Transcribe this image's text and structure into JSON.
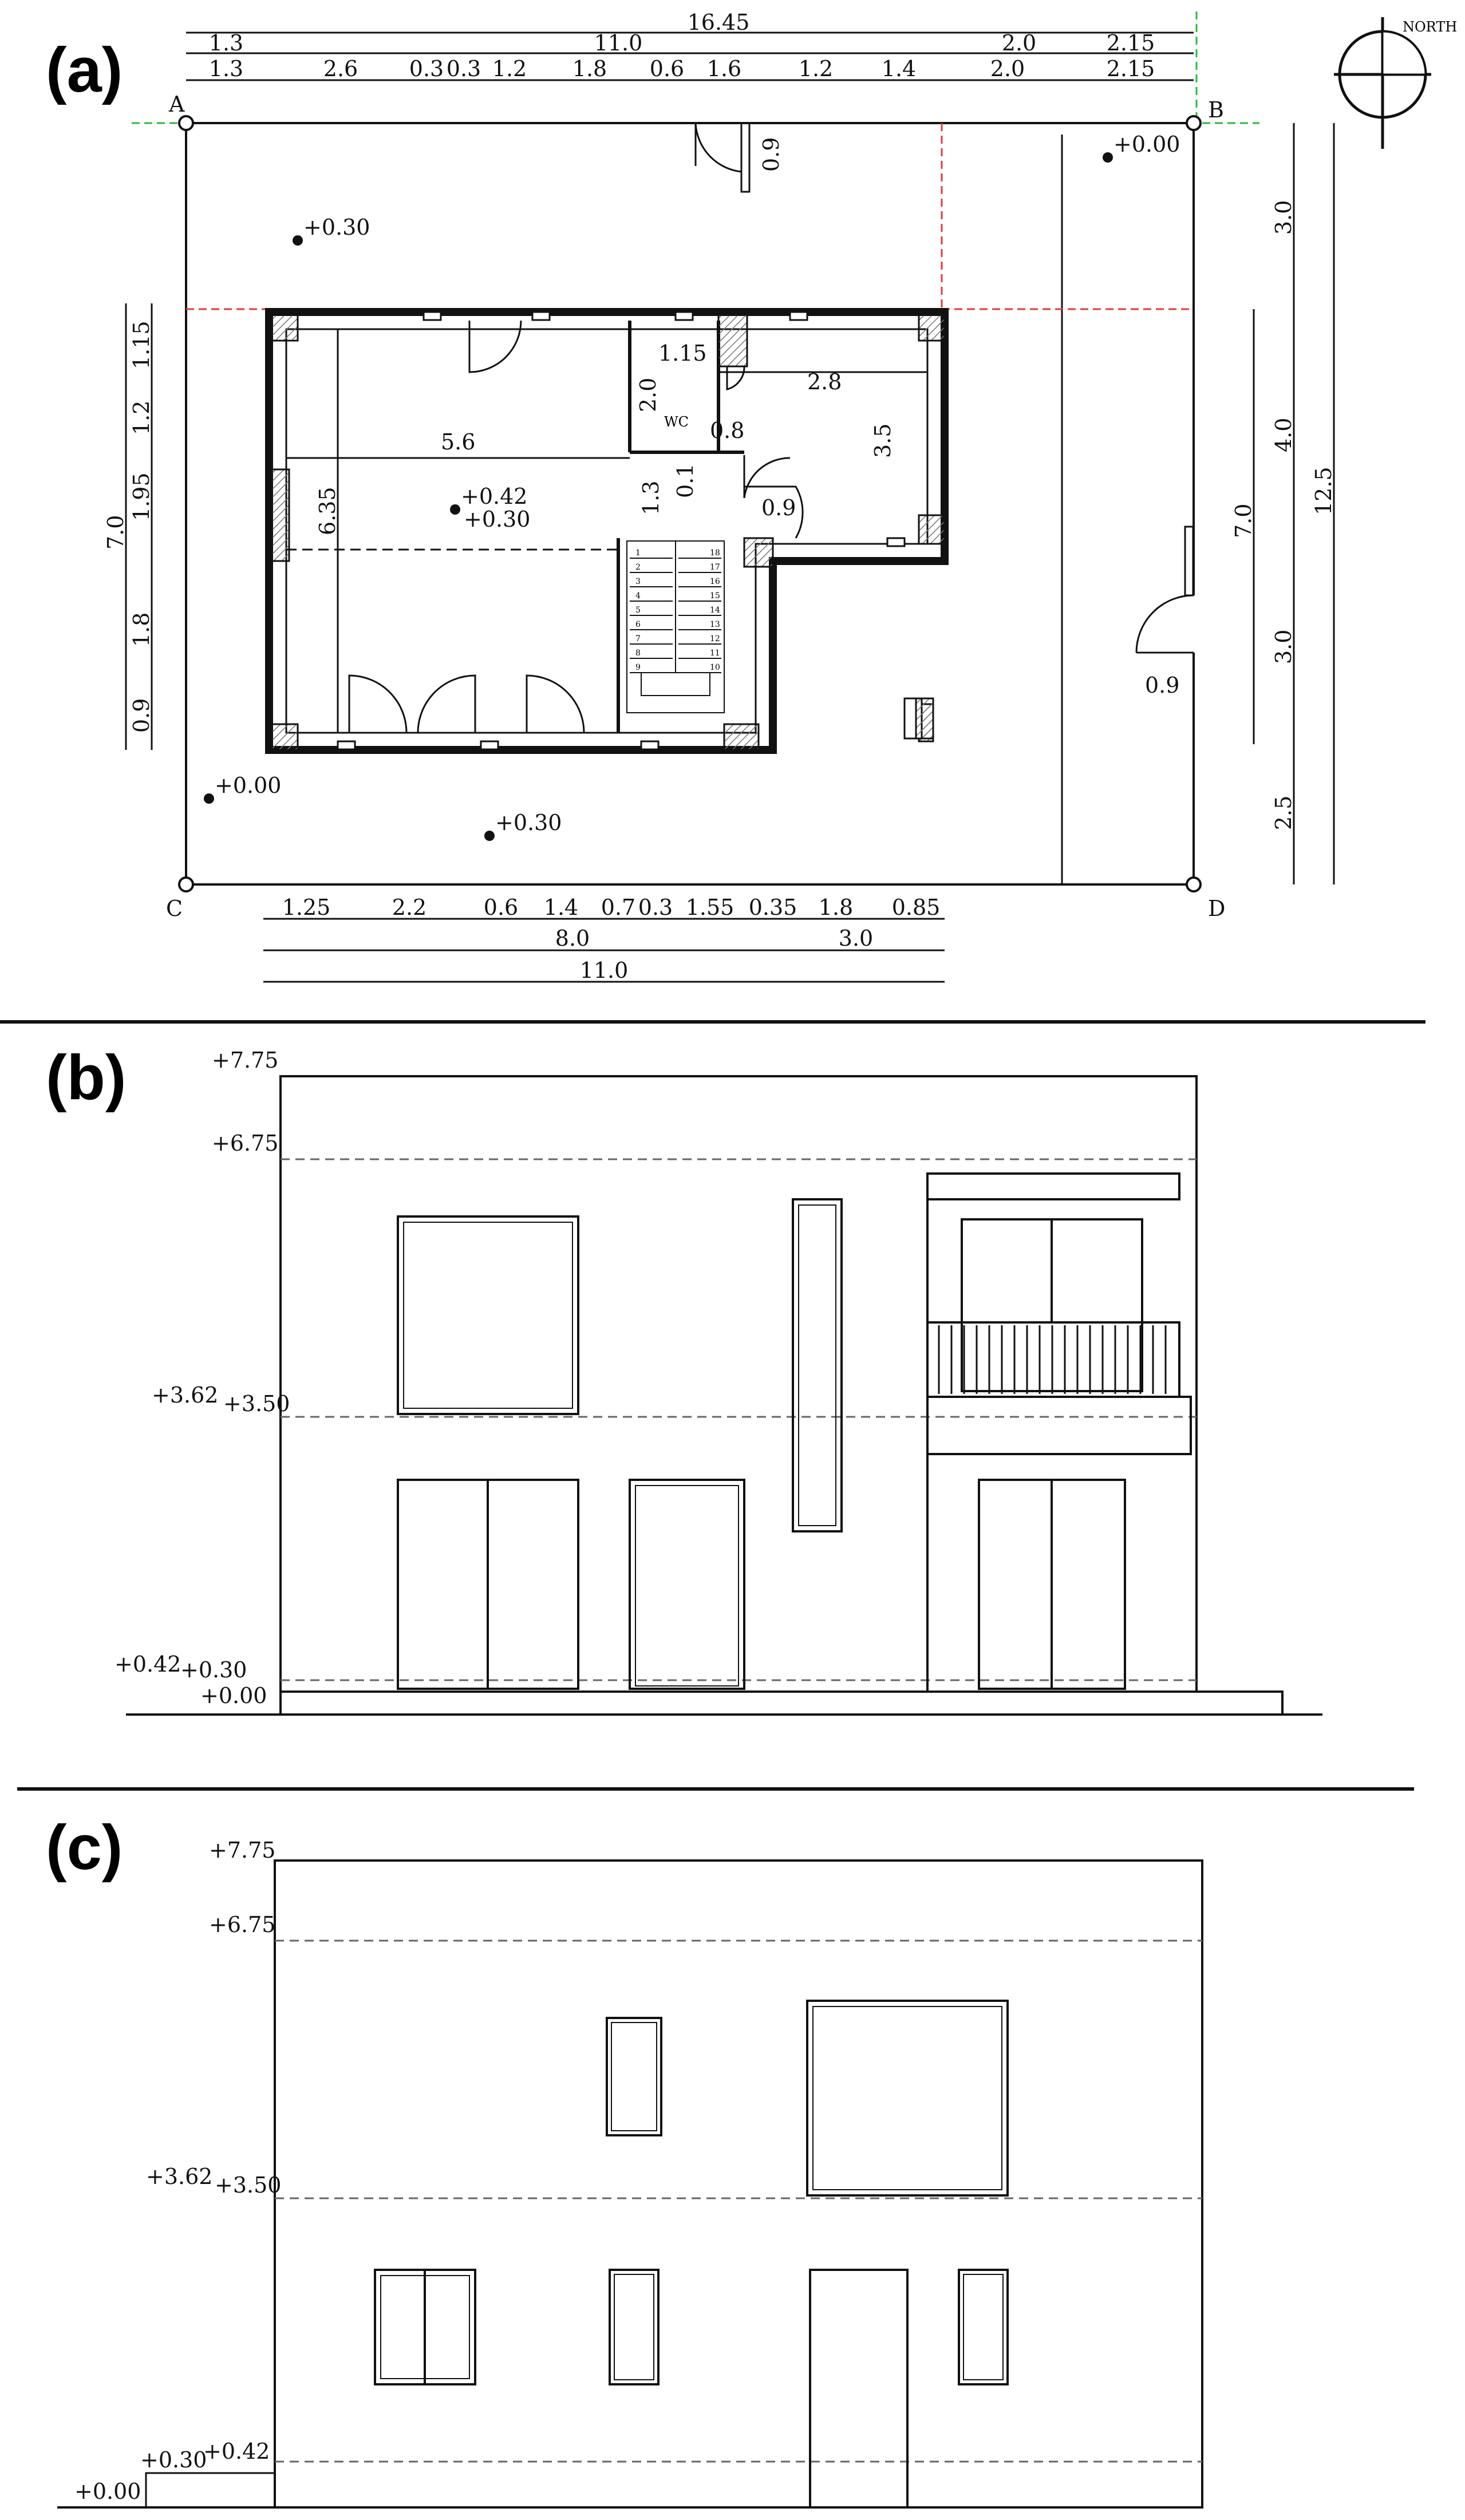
{
  "panels": {
    "a": {
      "label": "(a)",
      "north_label": "NORTH",
      "corners": [
        "A",
        "B",
        "C",
        "D"
      ],
      "top_dims_row1": [
        "16.45"
      ],
      "top_dims_row2": [
        "1.3",
        "11.0",
        "2.0",
        "2.15"
      ],
      "top_dims_row3": [
        "1.3",
        "2.6",
        "0.3",
        "0.3",
        "1.2",
        "1.8",
        "0.6",
        "1.6",
        "1.2",
        "1.4",
        "2.0",
        "2.15"
      ],
      "bottom_dims_row1": [
        "1.25",
        "2.2",
        "0.6",
        "1.4",
        "0.7",
        "0.3",
        "1.55",
        "0.35",
        "1.8",
        "0.85"
      ],
      "bottom_dims_row2": [
        "8.0",
        "3.0"
      ],
      "bottom_dims_row3": [
        "11.0"
      ],
      "left_dims_inner": [
        "1.15",
        "1.2",
        "1.95",
        "1.8",
        "0.9"
      ],
      "left_dims_outer": [
        "7.0"
      ],
      "right_dims_inner": [
        "3.0",
        "4.0",
        "3.0",
        "2.5"
      ],
      "right_dims_mid": [
        "7.0"
      ],
      "right_dims_outer": [
        "12.5"
      ],
      "interior_dims": [
        "5.6",
        "6.35",
        "1.15",
        "2.0",
        "2.8",
        "3.5",
        "0.8",
        "0.1",
        "1.3",
        "0.9",
        "0.9",
        "0.9"
      ],
      "room_label": "WC",
      "levels": [
        "+0.30",
        "+0.00",
        "+0.42",
        "+0.30",
        "+0.00",
        "+0.30"
      ],
      "stair_left": [
        "1",
        "2",
        "3",
        "4",
        "5",
        "6",
        "7",
        "8",
        "9"
      ],
      "stair_right": [
        "18",
        "17",
        "16",
        "15",
        "14",
        "13",
        "12",
        "11",
        "10"
      ]
    },
    "b": {
      "label": "(b)",
      "levels": [
        "+7.75",
        "+6.75",
        "+3.62",
        "+3.50",
        "+0.42",
        "+0.30",
        "+0.00"
      ]
    },
    "c": {
      "label": "(c)",
      "levels": [
        "+7.75",
        "+6.75",
        "+3.62",
        "+3.50",
        "+0.30",
        "+0.42",
        "+0.00"
      ]
    }
  },
  "colors": {
    "line": "#111111",
    "grid_green": "#2db83d",
    "section_red": "#e23b3b",
    "hatch": "#777777"
  }
}
